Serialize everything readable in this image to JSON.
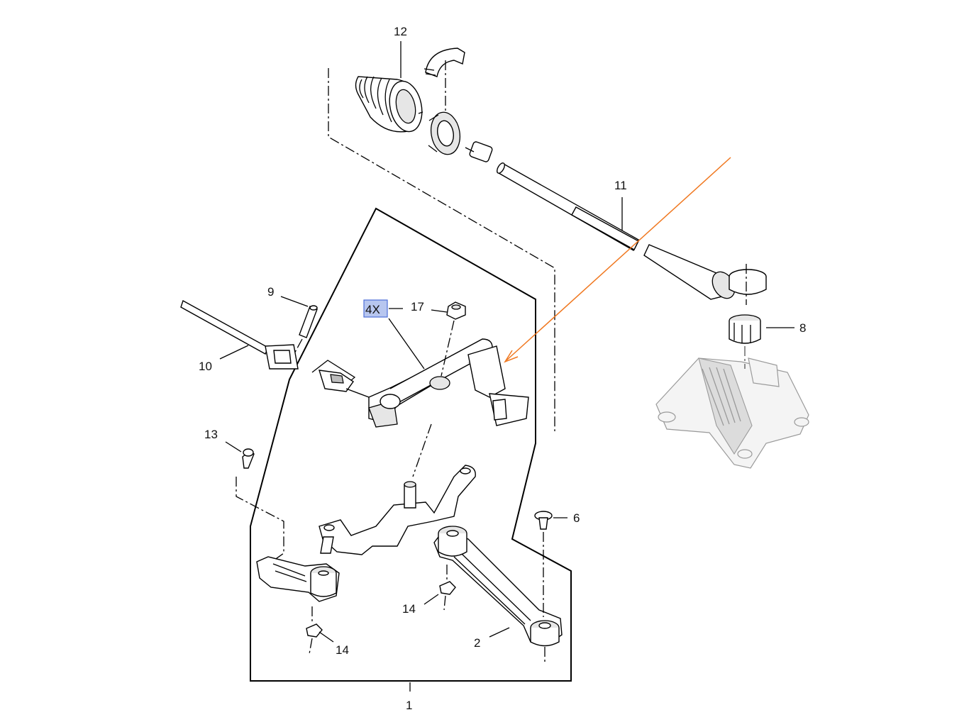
{
  "callouts": {
    "c1": "1",
    "c2": "2",
    "c6": "6",
    "c8": "8",
    "c9": "9",
    "c10": "10",
    "c11": "11",
    "c12": "12",
    "c13": "13",
    "c14a": "14",
    "c14b": "14",
    "c17": "17",
    "qty_badge": "4X"
  },
  "colors": {
    "line": "#000000",
    "highlight_fill": "#b7c6ef",
    "highlight_stroke": "#4d6fd8",
    "arrow": "#f07820",
    "context_part": "#9a9a9a"
  }
}
